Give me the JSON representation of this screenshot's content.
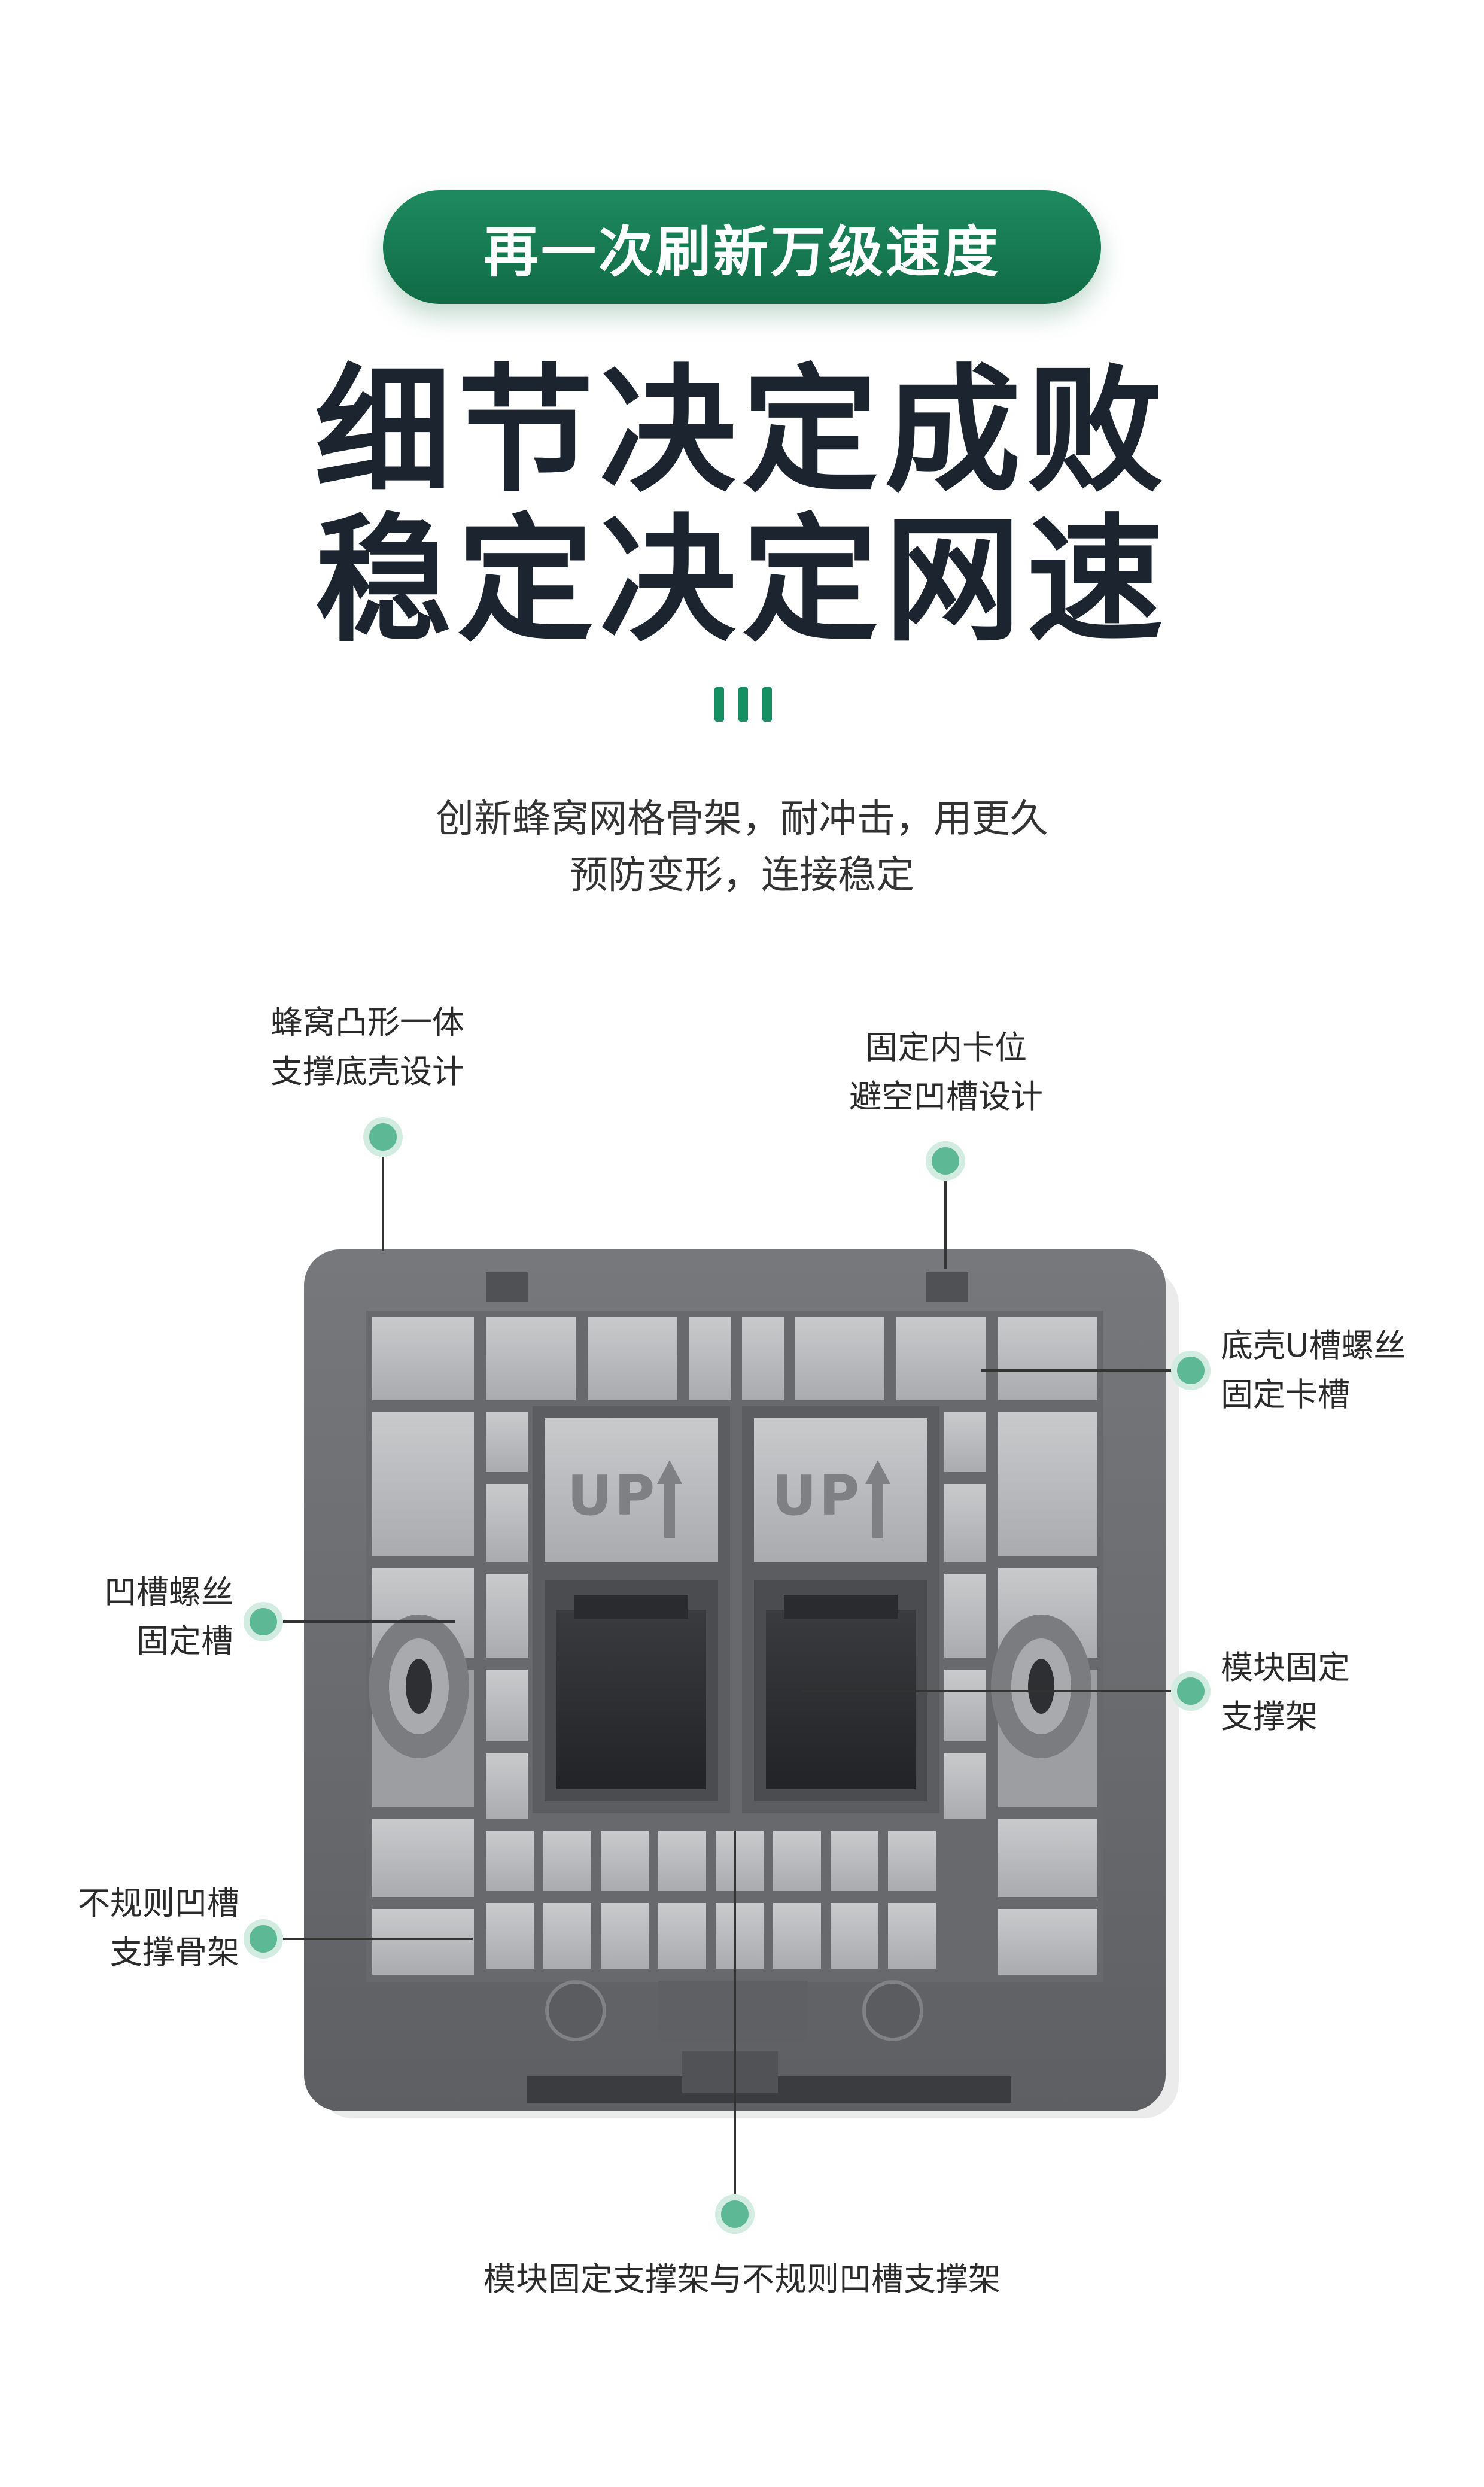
{
  "banner": {
    "pill_text": "再一次刷新万级速度"
  },
  "headline": {
    "line1": "细节决定成败",
    "line2": "稳定决定网速"
  },
  "subtitle": {
    "line1": "创新蜂窝网格骨架，耐冲击，用更久",
    "line2": "预防变形，连接稳定"
  },
  "product": {
    "module_labels": [
      "UP",
      "UP"
    ]
  },
  "callouts": {
    "top_left": {
      "line1": "蜂窝凸形一体",
      "line2": "支撑底壳设计"
    },
    "top_right": {
      "line1": "固定内卡位",
      "line2": "避空凹槽设计"
    },
    "right_upper": {
      "line1": "底壳U槽螺丝",
      "line2": "固定卡槽"
    },
    "left_middle": {
      "line1": "凹槽螺丝",
      "line2": "固定槽"
    },
    "right_middle": {
      "line1": "模块固定",
      "line2": "支撑架"
    },
    "left_lower": {
      "line1": "不规则凹槽",
      "line2": "支撑骨架"
    },
    "bottom": {
      "line1": "模块固定支撑架与不规则凹槽支撑架"
    }
  },
  "colors": {
    "accent": "#169063",
    "dot": "#5db896",
    "panel": "#6d6f73"
  }
}
